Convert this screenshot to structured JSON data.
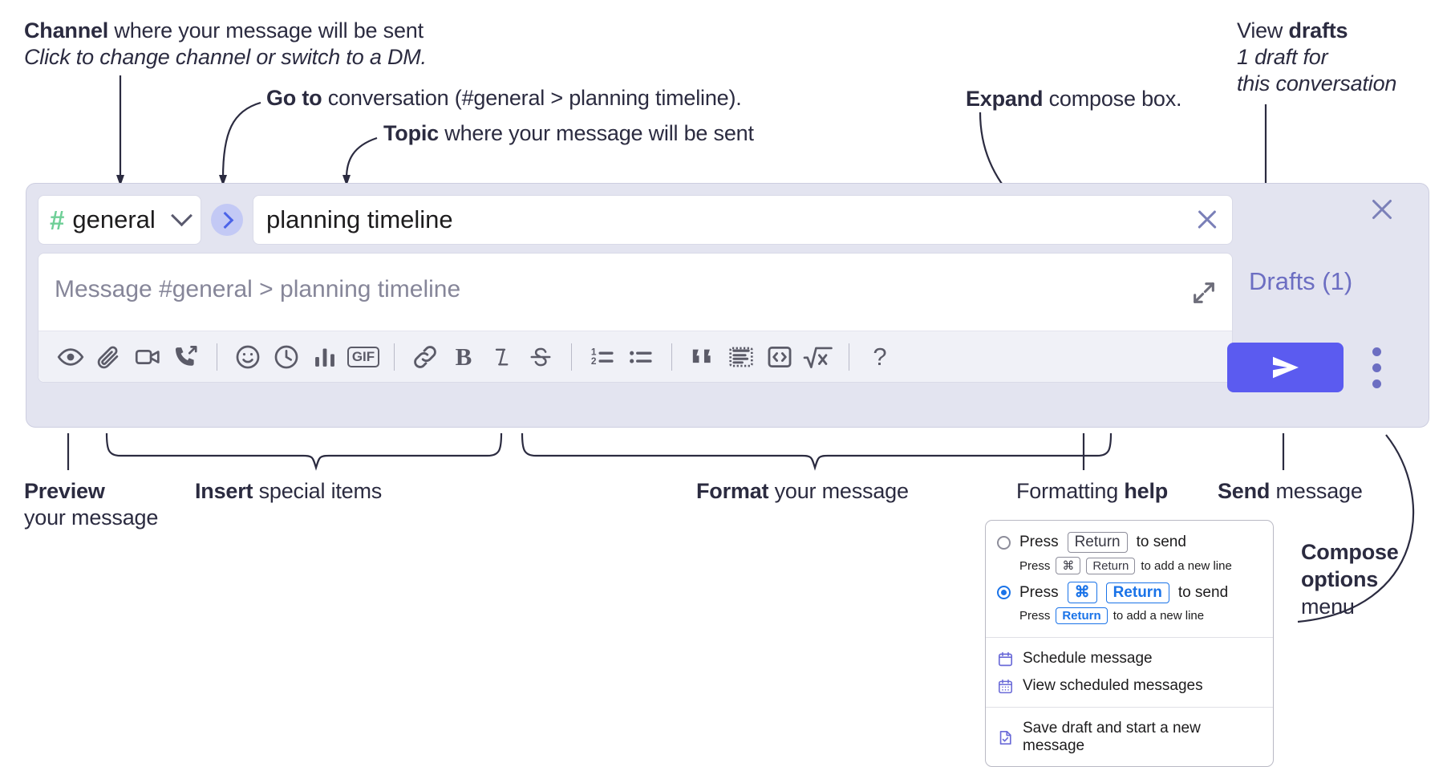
{
  "annotations": {
    "channel": {
      "bold": "Channel",
      "rest": " where your message will be sent",
      "italic": "Click to change channel or switch to a DM."
    },
    "goto": {
      "bold": "Go to",
      "rest": " conversation (#general > planning timeline)."
    },
    "topic": {
      "bold": "Topic",
      "rest": " where your message will be sent"
    },
    "expand": {
      "bold": "Expand",
      "rest": " compose box."
    },
    "drafts": {
      "plain": "View ",
      "bold": "drafts",
      "italic1": "1 draft for",
      "italic2": "this conversation"
    },
    "preview": {
      "bold": "Preview",
      "rest": "your message"
    },
    "insert": {
      "bold": "Insert",
      "rest": " special items"
    },
    "format": {
      "bold": "Format",
      "rest": " your message"
    },
    "help": {
      "plain": "Formatting ",
      "bold": "help"
    },
    "send": {
      "bold": "Send",
      "rest": " message"
    },
    "compose_options": {
      "bold1": "Compose",
      "bold2": "options",
      "rest": "menu"
    }
  },
  "compose": {
    "channel": {
      "hash": "#",
      "name": "general",
      "chevron": "chevron-down-icon"
    },
    "goto_button": "goto-conversation-arrow",
    "topic": {
      "value": "planning timeline",
      "clear": "close-icon"
    },
    "message": {
      "placeholder": "Message #general > planning timeline",
      "value": ""
    },
    "expand_icon": "expand-icon",
    "drafts_label": "Drafts (1)",
    "close_icon": "close-icon",
    "send_icon": "send-paper-plane-icon",
    "kebab_icon": "more-options-icon",
    "toolbar": [
      {
        "name": "preview-button",
        "icon": "eye-icon"
      },
      {
        "name": "attach-file-button",
        "icon": "paperclip-icon"
      },
      {
        "name": "record-video-button",
        "icon": "video-camera-icon"
      },
      {
        "name": "record-audio-button",
        "icon": "phone-arrow-icon"
      },
      {
        "name": "divider-1",
        "icon": "divider"
      },
      {
        "name": "emoji-button",
        "icon": "smiley-icon"
      },
      {
        "name": "schedule-button",
        "icon": "clock-icon"
      },
      {
        "name": "poll-button",
        "icon": "bar-chart-icon"
      },
      {
        "name": "gif-button",
        "icon": "gif-icon",
        "label": "GIF"
      },
      {
        "name": "divider-2",
        "icon": "divider"
      },
      {
        "name": "link-button",
        "icon": "link-icon"
      },
      {
        "name": "bold-button",
        "icon": "bold-icon",
        "label": "B"
      },
      {
        "name": "italic-button",
        "icon": "italic-icon",
        "label": "I"
      },
      {
        "name": "strikethrough-button",
        "icon": "strikethrough-icon",
        "label": "S"
      },
      {
        "name": "divider-3",
        "icon": "divider"
      },
      {
        "name": "ordered-list-button",
        "icon": "ordered-list-icon"
      },
      {
        "name": "bulleted-list-button",
        "icon": "bulleted-list-icon"
      },
      {
        "name": "divider-4",
        "icon": "divider"
      },
      {
        "name": "blockquote-button",
        "icon": "quote-icon"
      },
      {
        "name": "code-block-button",
        "icon": "code-block-icon"
      },
      {
        "name": "code-snippet-button",
        "icon": "code-brackets-icon"
      },
      {
        "name": "math-button",
        "icon": "square-root-icon"
      },
      {
        "name": "divider-5",
        "icon": "divider"
      },
      {
        "name": "formatting-help-button",
        "icon": "question-mark-icon",
        "label": "?"
      }
    ]
  },
  "menu": {
    "option1": {
      "selected": false,
      "pre": "Press",
      "key": "Return",
      "post": "to send",
      "sub_pre": "Press",
      "sub_key1": "⌘",
      "sub_key2": "Return",
      "sub_post": "to add a new line"
    },
    "option2": {
      "selected": true,
      "pre": "Press",
      "key1": "⌘",
      "key2": "Return",
      "post": "to send",
      "sub_pre": "Press",
      "sub_key": "Return",
      "sub_post": "to add a new line"
    },
    "items": [
      {
        "label": "Schedule message",
        "icon": "calendar-icon"
      },
      {
        "label": "View scheduled messages",
        "icon": "calendar-grid-icon"
      },
      {
        "label": "Save draft and start a new message",
        "icon": "document-check-icon"
      }
    ]
  },
  "colors": {
    "panel_bg": "#e3e4f0",
    "accent_purple": "#5b5bf0",
    "drafts_purple": "#6c6ec2",
    "hash_green": "#6fcf97",
    "radio_blue": "#1a73e8"
  }
}
